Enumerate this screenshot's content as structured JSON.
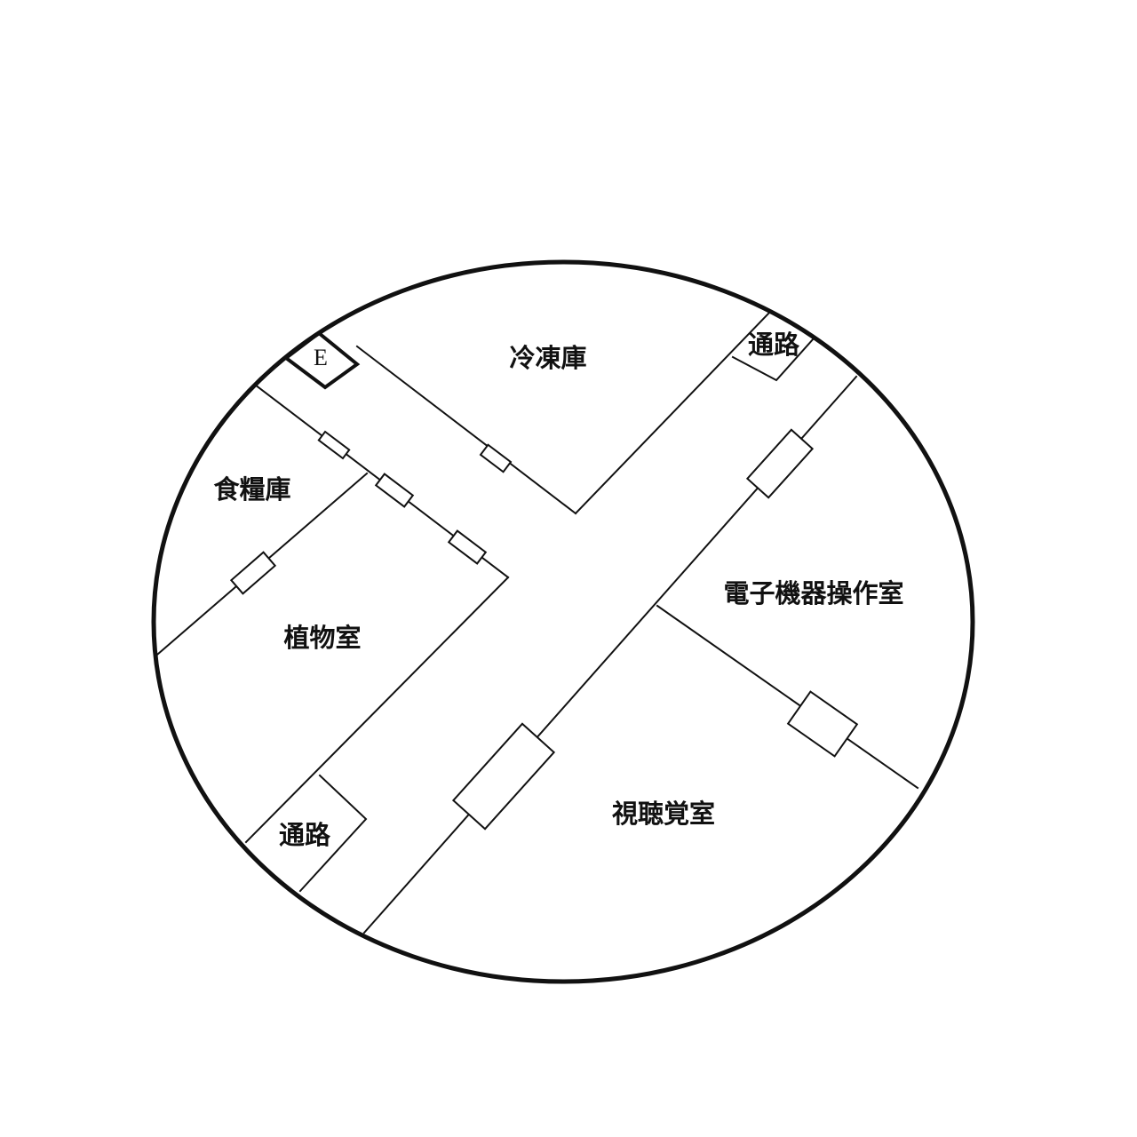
{
  "rooms": {
    "freezer": "冷凍庫",
    "food_storage": "食糧庫",
    "plant_room": "植物室",
    "electronics_room": "電子機器操作室",
    "av_room": "視聴覚室",
    "passage_top": "通路",
    "passage_bottom": "通路"
  },
  "elevator": {
    "label": "E"
  }
}
